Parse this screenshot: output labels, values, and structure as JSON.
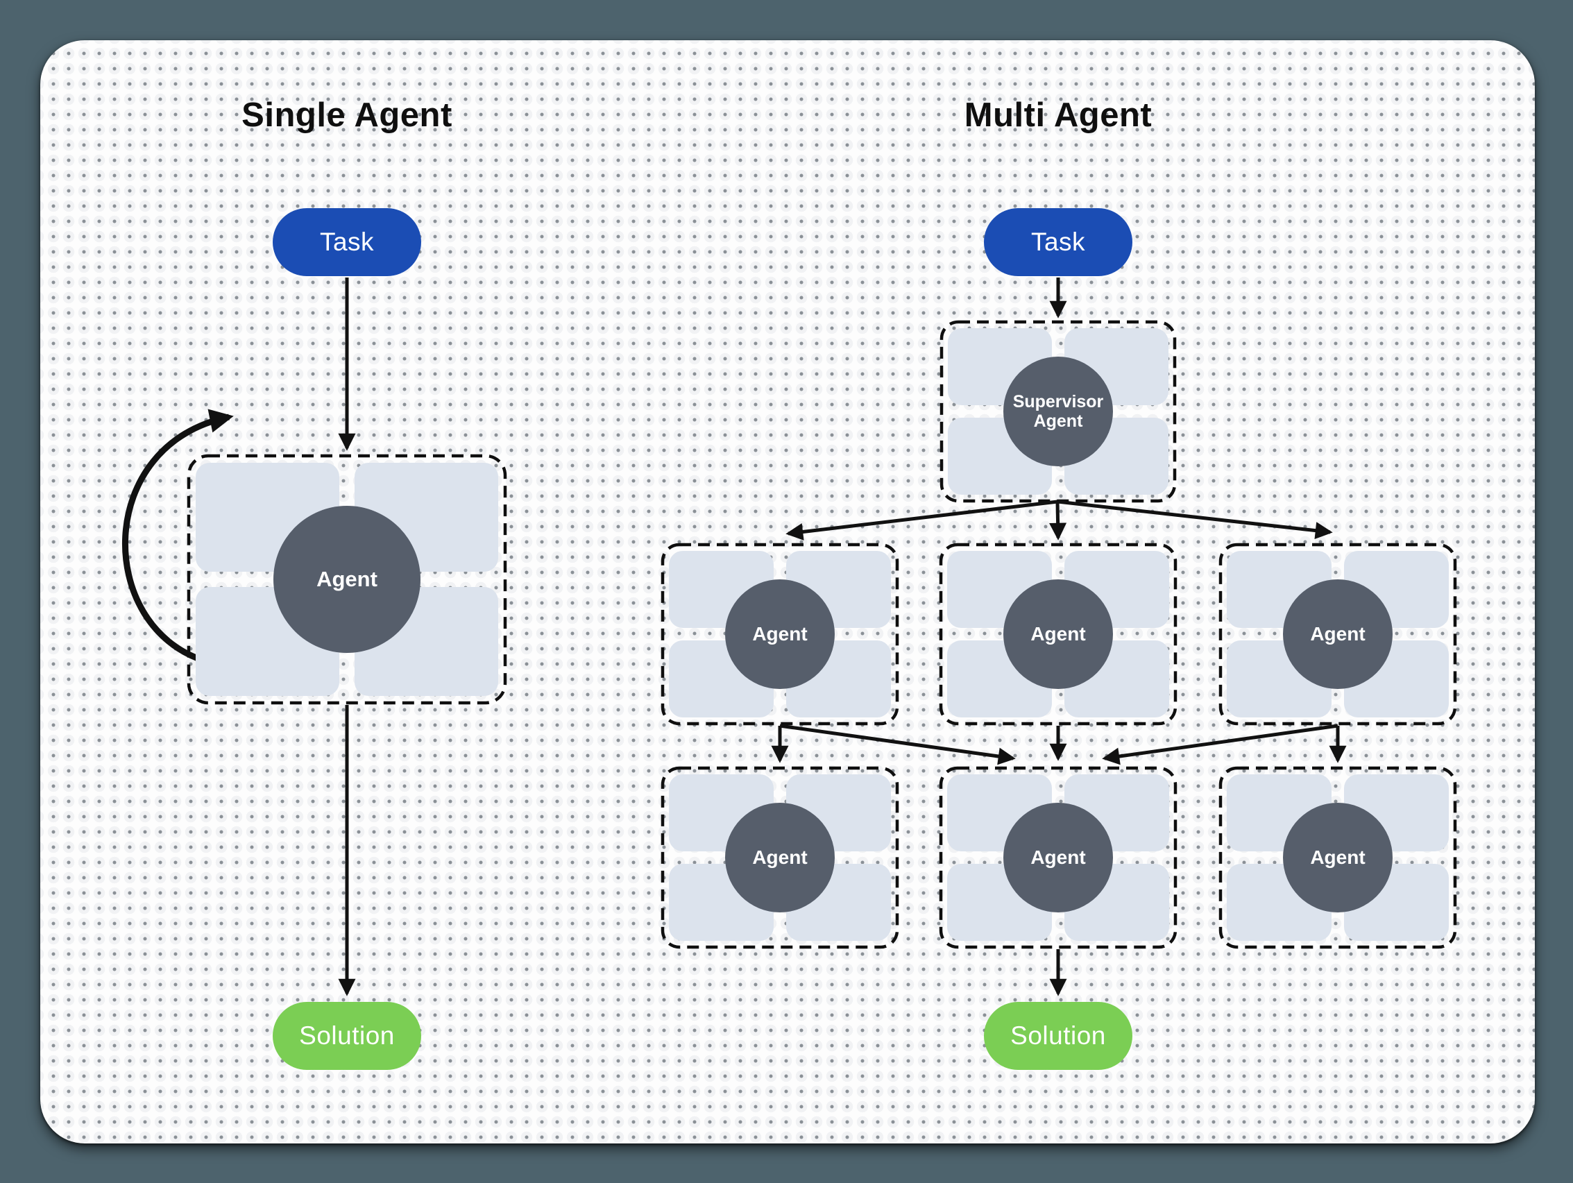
{
  "diagram": {
    "background_color": "#4d636d",
    "canvas_color": "#fdfdfd",
    "single": {
      "title": "Single Agent",
      "task_label": "Task",
      "agent_label": "Agent",
      "solution_label": "Solution"
    },
    "multi": {
      "title": "Multi Agent",
      "task_label": "Task",
      "supervisor_label": "Supervisor Agent",
      "row1": [
        {
          "label": "Agent"
        },
        {
          "label": "Agent"
        },
        {
          "label": "Agent"
        }
      ],
      "row2": [
        {
          "label": "Agent"
        },
        {
          "label": "Agent"
        },
        {
          "label": "Agent"
        }
      ],
      "solution_label": "Solution"
    },
    "colors": {
      "task_pill": "#1b4db4",
      "solution_pill": "#7bce54",
      "agent_circle": "#565e6b",
      "tool_tile": "#dce3ed",
      "arrow": "#111111"
    }
  }
}
